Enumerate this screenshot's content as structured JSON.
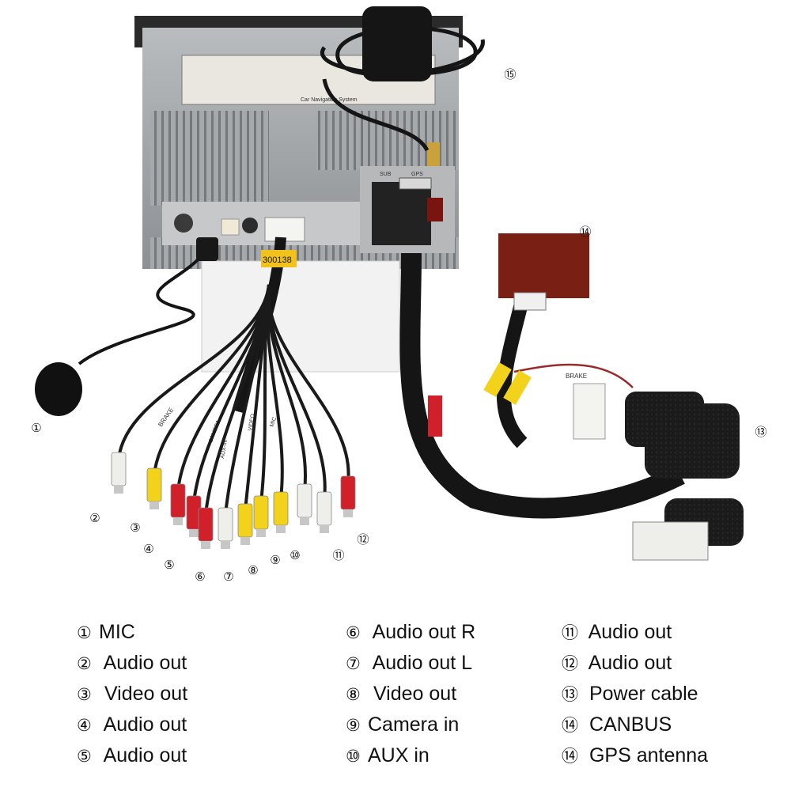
{
  "callouts": [
    "①",
    "②",
    "③",
    "④",
    "⑤",
    "⑥",
    "⑦",
    "⑧",
    "⑨",
    "⑩",
    "⑪",
    "⑫",
    "⑬",
    "⑭",
    "⑮"
  ],
  "legend": {
    "col1": [
      {
        "num": "①",
        "label": "MIC"
      },
      {
        "num": "②",
        "label": "Audio out"
      },
      {
        "num": "③",
        "label": "Video out"
      },
      {
        "num": "④",
        "label": "Audio out"
      },
      {
        "num": "⑤",
        "label": "Audio out"
      }
    ],
    "col2": [
      {
        "num": "⑥",
        "label": "Audio out R"
      },
      {
        "num": "⑦",
        "label": "Audio out L"
      },
      {
        "num": "⑧",
        "label": "Video out"
      },
      {
        "num": "⑨",
        "label": "Camera in"
      },
      {
        "num": "⑩",
        "label": "AUX in"
      }
    ],
    "col3": [
      {
        "num": "⑪",
        "label": "Audio out"
      },
      {
        "num": "⑫",
        "label": "Audio out"
      },
      {
        "num": "⑬",
        "label": "Power cable"
      },
      {
        "num": "⑭",
        "label": "CANBUS"
      },
      {
        "num": "⑭",
        "label": "GPS antenna"
      }
    ]
  },
  "photo_labels": {
    "harness_tag": "300138",
    "brake_label": "BRAKE",
    "brake_label_left": "BRAKE",
    "cable_tag_1": "CAMERA",
    "cable_tag_2": "AUX-IN",
    "cable_tag_3": "VIDEO",
    "cable_tag_4": "MIC",
    "label_sticker": "Car Navigation System",
    "port_small_1": "SUB",
    "port_small_2": "GPS"
  },
  "colors": {
    "rca_red": "#d0202a",
    "rca_yellow": "#f2d21a",
    "rca_white": "#eeeeea",
    "canbus_box": "#7a1f14",
    "cable_black": "#1a1a1a",
    "chassis": "#9a9c9e"
  }
}
